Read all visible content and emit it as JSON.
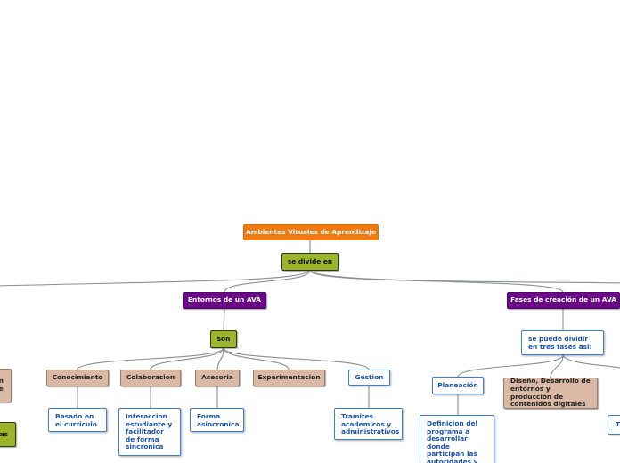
{
  "nodes": {
    "root": "Ambientes Vituales de Aprendizaje",
    "divide": "se divide en",
    "entornos": "Entornos de un AVA",
    "fases": "Fases de creación de un AVA",
    "son": "son",
    "conocimiento": "Conocimiento",
    "colaboracion": "Colaboracion",
    "asesoria": "Asesoria",
    "experimentacion": "Experimentacion",
    "gestion": "Gestion",
    "conocimiento_desc": "Basado en el curriculo",
    "colaboracion_desc": "Interaccion estudiante y facilitador de forma sincronica",
    "asesoria_desc": "Forma asincronica",
    "gestion_desc": "Tramites academicos y administrativos",
    "tres_fases": "se puede dividir en tres fases asi:",
    "planeacion": "Planeación",
    "diseno": "Diseño, Desarrollo de entornos y producción de contenidos digitales",
    "planeacion_desc": "Definicion del programa a desarrollar donde participan las autoridades y los responsables",
    "left_tan_fragment": "n\ne",
    "left_green_fragment": "cas",
    "right_blue_fragment": "T"
  },
  "colors": {
    "root": "#f07b12",
    "connector": "#9ab52a",
    "branch": "#6a0a88",
    "category": "#d9b9a3",
    "detail_border": "#3d7fd3",
    "detail_text": "#1a55b3",
    "link": "#8a8f94"
  }
}
